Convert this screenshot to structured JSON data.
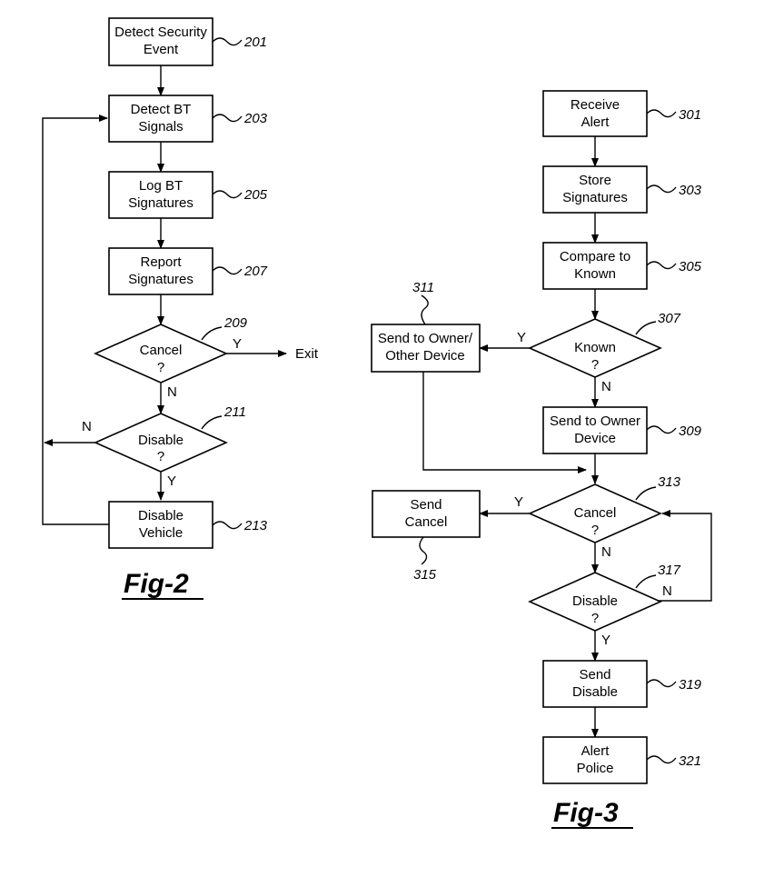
{
  "fig2": {
    "caption": "Fig-2",
    "nodes": {
      "n201": {
        "lines": [
          "Detect Security",
          "Event"
        ],
        "ref": "201"
      },
      "n203": {
        "lines": [
          "Detect BT",
          "Signals"
        ],
        "ref": "203"
      },
      "n205": {
        "lines": [
          "Log BT",
          "Signatures"
        ],
        "ref": "205"
      },
      "n207": {
        "lines": [
          "Report",
          "Signatures"
        ],
        "ref": "207"
      },
      "n209": {
        "lines": [
          "Cancel",
          "?"
        ],
        "ref": "209"
      },
      "n211": {
        "lines": [
          "Disable",
          "?"
        ],
        "ref": "211"
      },
      "n213": {
        "lines": [
          "Disable",
          "Vehicle"
        ],
        "ref": "213"
      }
    },
    "labels": {
      "y209": "Y",
      "n209": "N",
      "exit": "Exit",
      "n211": "N",
      "y211": "Y"
    }
  },
  "fig3": {
    "caption": "Fig-3",
    "nodes": {
      "n301": {
        "lines": [
          "Receive",
          "Alert"
        ],
        "ref": "301"
      },
      "n303": {
        "lines": [
          "Store",
          "Signatures"
        ],
        "ref": "303"
      },
      "n305": {
        "lines": [
          "Compare to",
          "Known"
        ],
        "ref": "305"
      },
      "n307": {
        "lines": [
          "Known",
          "?"
        ],
        "ref": "307"
      },
      "n309": {
        "lines": [
          "Send to Owner",
          "Device"
        ],
        "ref": "309"
      },
      "n311": {
        "lines": [
          "Send to Owner/",
          "Other Device"
        ],
        "ref": "311"
      },
      "n313": {
        "lines": [
          "Cancel",
          "?"
        ],
        "ref": "313"
      },
      "n315": {
        "lines": [
          "Send",
          "Cancel"
        ],
        "ref": "315"
      },
      "n317": {
        "lines": [
          "Disable",
          "?"
        ],
        "ref": "317"
      },
      "n319": {
        "lines": [
          "Send",
          "Disable"
        ],
        "ref": "319"
      },
      "n321": {
        "lines": [
          "Alert",
          "Police"
        ],
        "ref": "321"
      }
    },
    "labels": {
      "y307": "Y",
      "n307": "N",
      "y313": "Y",
      "n313": "N",
      "n317": "N",
      "y317": "Y"
    }
  }
}
